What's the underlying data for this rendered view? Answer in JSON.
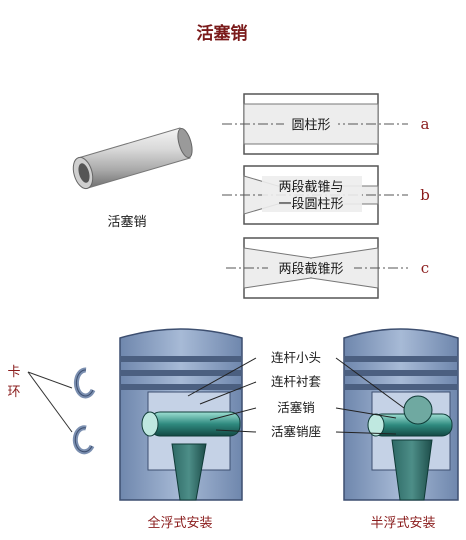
{
  "title": "活塞销",
  "pin_caption": "活塞销",
  "shapes": [
    {
      "id": "a",
      "name": "圆柱形",
      "letter": "a"
    },
    {
      "id": "b",
      "name_line1": "两段截锥与",
      "name_line2": "一段圆柱形",
      "letter": "b"
    },
    {
      "id": "c",
      "name": "两段截锥形",
      "letter": "c"
    }
  ],
  "clip_label_line1": "卡",
  "clip_label_line2": "环",
  "parts": [
    "连杆小头",
    "连杆衬套",
    "活塞销",
    "活塞销座"
  ],
  "left_caption": "全浮式安装",
  "right_caption": "半浮式安装",
  "colors": {
    "title": "#7a1a1a",
    "label_red": "#8a1c1c",
    "piston_blue": "#8fa5c4",
    "piston_dark": "#4b5f80",
    "pin_green": "#1f6e66",
    "pin_light": "#7cc2b6",
    "shape_fill": "#e8e8e8"
  }
}
